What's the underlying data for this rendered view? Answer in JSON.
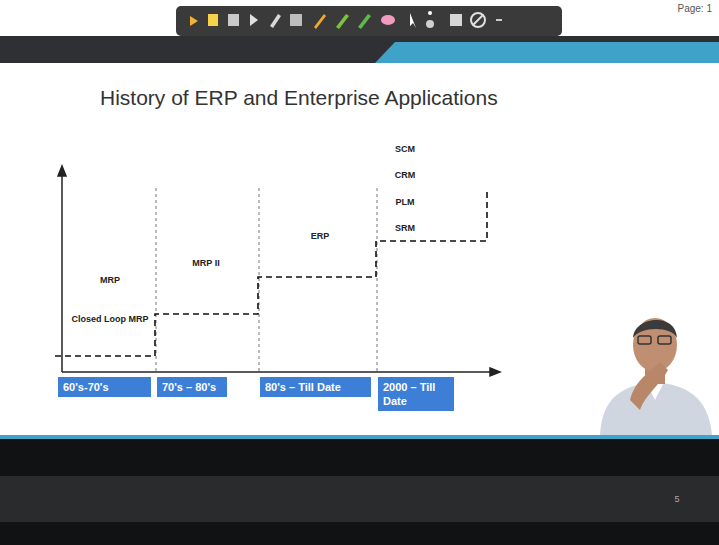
{
  "diagram": {
    "title": "History of ERP and Enterprise Applications",
    "nodes": [
      {
        "text": [
          "60's-70's"
        ]
      },
      {
        "text": [
          "70's – 80's"
        ]
      },
      {
        "text": [
          "80's – Till Date"
        ]
      },
      {
        "text": [
          "2000 – Till Date"
        ]
      }
    ],
    "labels": [
      "MRP",
      "Closed Loop MRP",
      "MRP II",
      "ERP",
      "SCM",
      "CRM",
      "PLM",
      "SRM",
      "Page: 1",
      "5"
    ]
  }
}
